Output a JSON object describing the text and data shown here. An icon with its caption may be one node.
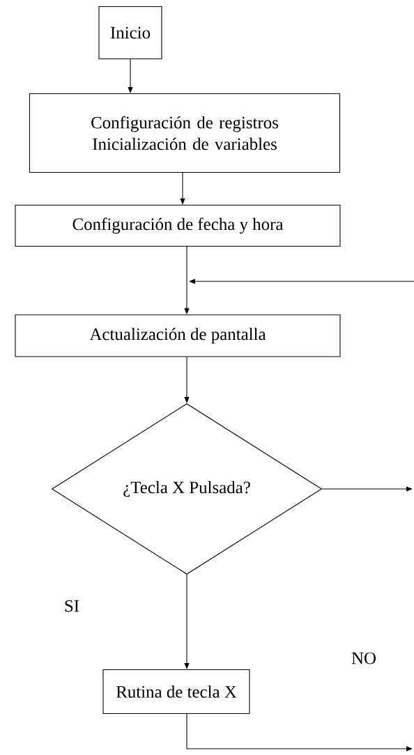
{
  "diagram": {
    "nodes": [
      {
        "text": [
          "Inicio"
        ]
      },
      {
        "text": [
          "Configuración de registros Inicialización de variables"
        ]
      },
      {
        "text": [
          "Configuración de fecha y hora"
        ]
      },
      {
        "text": [
          "Actualización de pantalla"
        ]
      },
      {
        "text": [
          "¿Tecla X Pulsada?"
        ]
      },
      {
        "text": [
          "Rutina de tecla X"
        ]
      }
    ],
    "edges": [
      {
        "from": 0,
        "to": 1,
        "arrow": "to"
      },
      {
        "from": 1,
        "to": 2,
        "arrow": "to"
      },
      {
        "from": 2,
        "to": 3,
        "arrow": "to"
      },
      {
        "from": null,
        "to": 3,
        "arrow": "to"
      },
      {
        "from": 3,
        "to": 4,
        "arrow": "to"
      },
      {
        "from": 4,
        "to": null,
        "arrow": "to"
      },
      {
        "from": 4,
        "to": 5,
        "arrow": "to"
      },
      {
        "from": 5,
        "to": null,
        "arrow": "to"
      }
    ],
    "labels": [
      "SI",
      "NO"
    ]
  }
}
